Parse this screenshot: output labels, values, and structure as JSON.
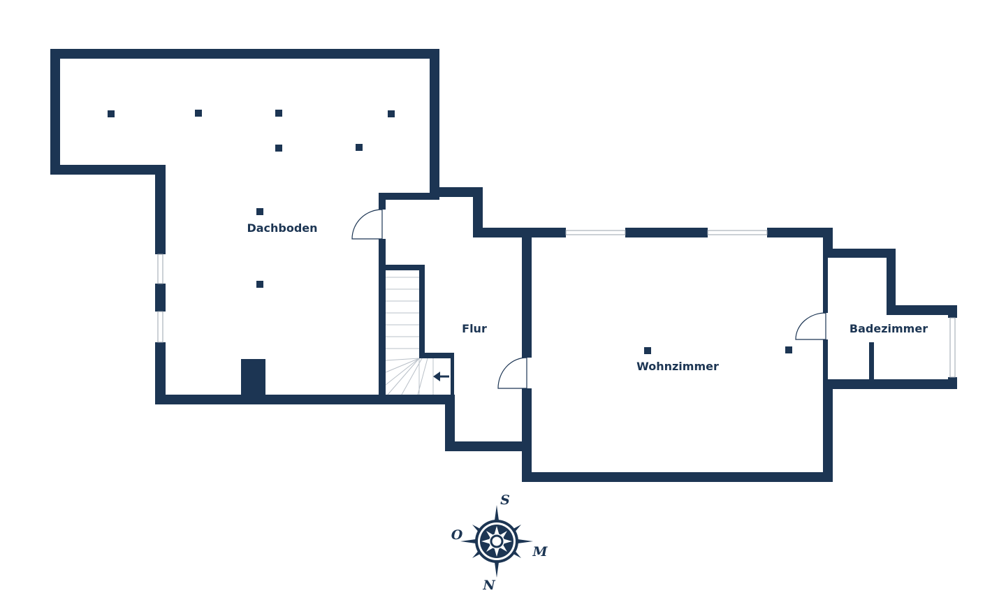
{
  "colors": {
    "wall": "#1c3553",
    "background": "#ffffff",
    "window_line": "#9aa3ad",
    "door_line": "#1c3553",
    "stair_line": "#b9c0c8"
  },
  "rooms": {
    "dachboden": "Dachboden",
    "flur": "Flur",
    "wohnzimmer": "Wohnzimmer",
    "badezimmer": "Badezimmer"
  },
  "compass": {
    "top": "S",
    "right": "M",
    "bottom": "N",
    "left": "O"
  },
  "icons": {
    "stair_arrow": "arrow-left-icon",
    "compass": "compass-rose-icon"
  }
}
